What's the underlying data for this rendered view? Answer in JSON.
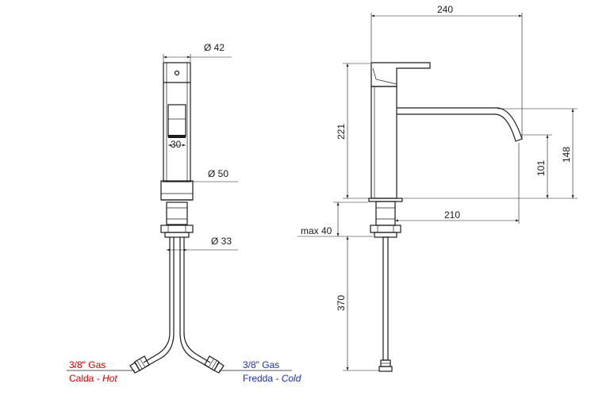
{
  "dimensions": {
    "top_diameter": "Ø 42",
    "cartridge_width": "30",
    "base_diameter": "Ø 50",
    "shank_diameter": "Ø 33",
    "total_length": "240",
    "body_height": "221",
    "spout_height": "148",
    "outlet_height": "101",
    "spout_reach": "210",
    "max_deck": "max 40",
    "hose_length": "370"
  },
  "connections": {
    "hot": {
      "size": "3/8\" Gas",
      "label_it": "Calda",
      "separator": " - ",
      "label_en": "Hot",
      "color": "#d40000"
    },
    "cold": {
      "size": "3/8\" Gas",
      "label_it": "Fredda",
      "separator": " - ",
      "label_en": "Cold",
      "color": "#1a2fb5"
    }
  }
}
